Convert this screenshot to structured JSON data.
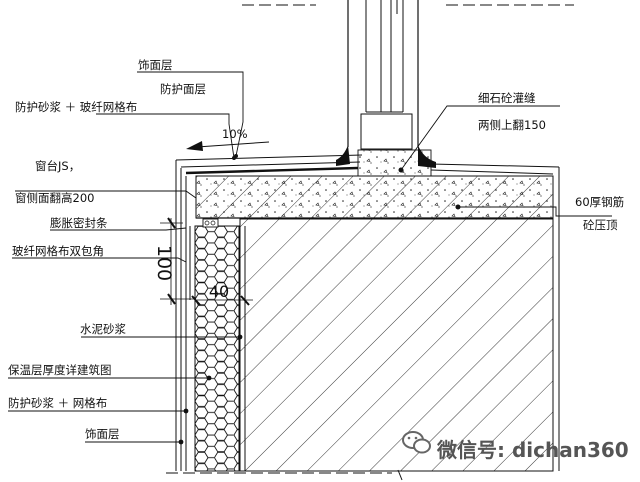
{
  "labels": {
    "finish_layer_top": "饰面层",
    "protective_layer": "防护面层",
    "mortar_mesh_top": "防护砂浆 ＋ 玻纤网格布",
    "slope": "10%",
    "sill_js": "窗台JS，",
    "side_upturn": "窗侧面翻高200",
    "expansion_strip": "膨胀密封条",
    "mesh_double_wrap": "玻纤网格布双包角",
    "cement_mortar": "水泥砂浆",
    "insulation_note": "保温层厚度详建筑图",
    "mortar_mesh_bottom": "防护砂浆 ＋ 网格布",
    "finish_layer_bottom": "饰面层",
    "fine_concrete_joint": "细石砼灌缝",
    "upturn_150": "两侧上翻150",
    "rc_coping_line1": "60厚钢筋",
    "rc_coping_line2": "砼压顶",
    "dim_100": "100",
    "dim_40": "40"
  },
  "watermark": {
    "text": "微信号: dichan360"
  },
  "colors": {
    "line": "#111111",
    "fill_dark": "#111111",
    "watermark": "#555555"
  }
}
